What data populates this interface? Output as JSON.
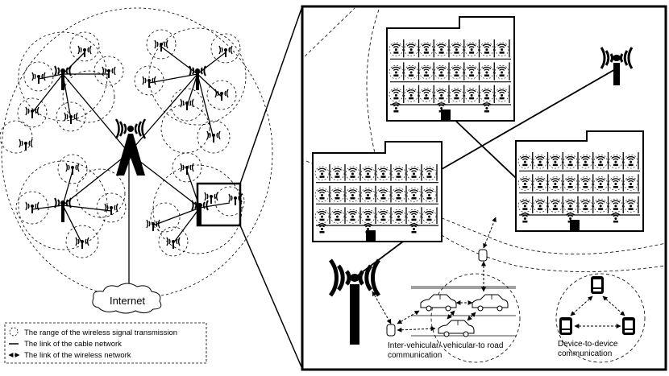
{
  "overview": {
    "internet_label": "Internet"
  },
  "legend": {
    "items": [
      {
        "label": "The range of the wireless signal transmission",
        "symbol": "dashed-circle"
      },
      {
        "label": "The link of the cable network",
        "symbol": "solid-line"
      },
      {
        "label": "The link of the wireless network",
        "symbol": "dashed-arrow"
      }
    ]
  },
  "detail": {
    "v2x_label_line1": "Inter-vehicular/ vehicular-to road",
    "v2x_label_line2": "communication",
    "d2d_label_line1": "Device-to-device",
    "d2d_label_line2": "communication"
  },
  "icons": {
    "macro_tower": "cell-tower-icon",
    "small_cell": "small-cell-antenna-icon",
    "access_point": "wifi-access-point-icon",
    "building": "building-icon",
    "vehicle": "car-icon",
    "device": "mobile-device-icon",
    "cloud": "cloud-icon"
  }
}
